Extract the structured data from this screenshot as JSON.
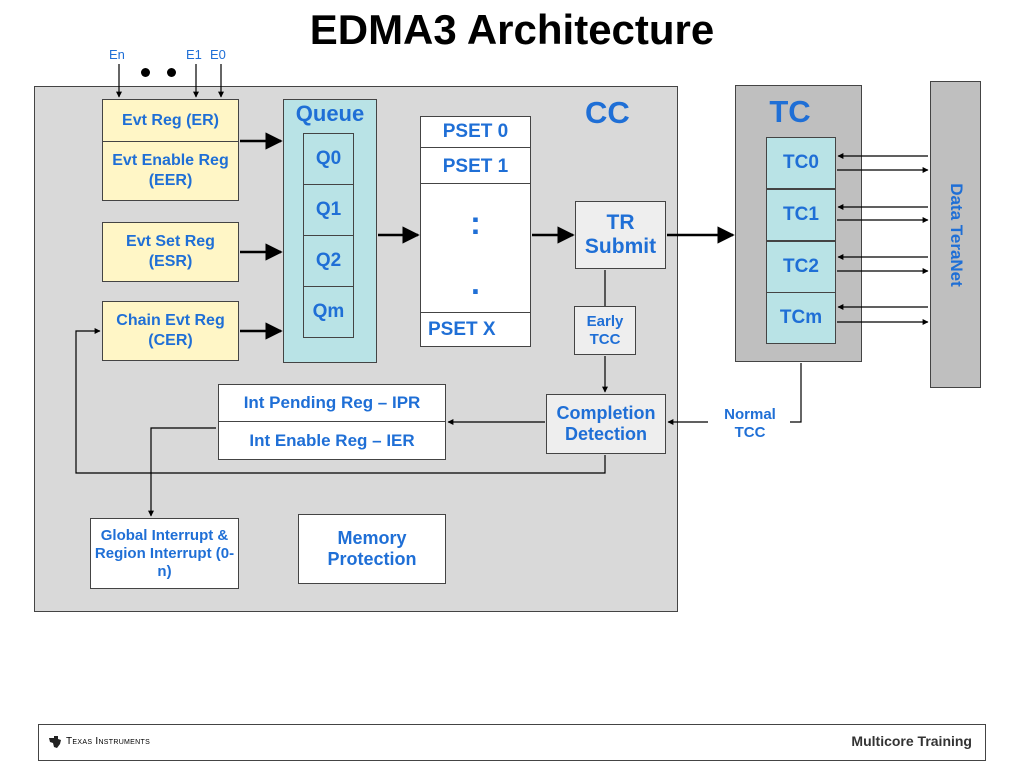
{
  "title": "EDMA3 Architecture",
  "event_inputs": {
    "en": "En",
    "e1": "E1",
    "e0": "E0"
  },
  "cc": {
    "label": "CC",
    "registers": {
      "er": "Evt Reg (ER)",
      "eer": "Evt Enable Reg (EER)",
      "esr": "Evt Set Reg (ESR)",
      "cer": "Chain Evt Reg (CER)"
    },
    "queue": {
      "label": "Queue",
      "items": [
        "Q0",
        "Q1",
        "Q2",
        "Qm"
      ]
    },
    "pset": {
      "first": "PSET 0",
      "second": "PSET 1",
      "ellipsis_top": ":",
      "ellipsis_bottom": ".",
      "last": "PSET X"
    },
    "tr_submit": "TR Submit",
    "early_tcc": "Early TCC",
    "completion_detection": "Completion Detection",
    "ipr": "Int Pending Reg – IPR",
    "ier": "Int Enable Reg – IER",
    "global_interrupt": "Global Interrupt & Region Interrupt (0-n)",
    "memory_protection": "Memory Protection"
  },
  "tc": {
    "label": "TC",
    "items": [
      "TC0",
      "TC1",
      "TC2",
      "TCm"
    ]
  },
  "normal_tcc": "Normal TCC",
  "data_teranet": "Data TeraNet",
  "footer": {
    "company": "Texas Instruments",
    "right": "Multicore Training"
  },
  "colors": {
    "accent_blue": "#1f6fd6",
    "register_fill": "#fff6c6",
    "queue_fill": "#b9e3e6",
    "cc_fill": "#d9d9d9",
    "tc_fill": "#bfbfbf"
  }
}
